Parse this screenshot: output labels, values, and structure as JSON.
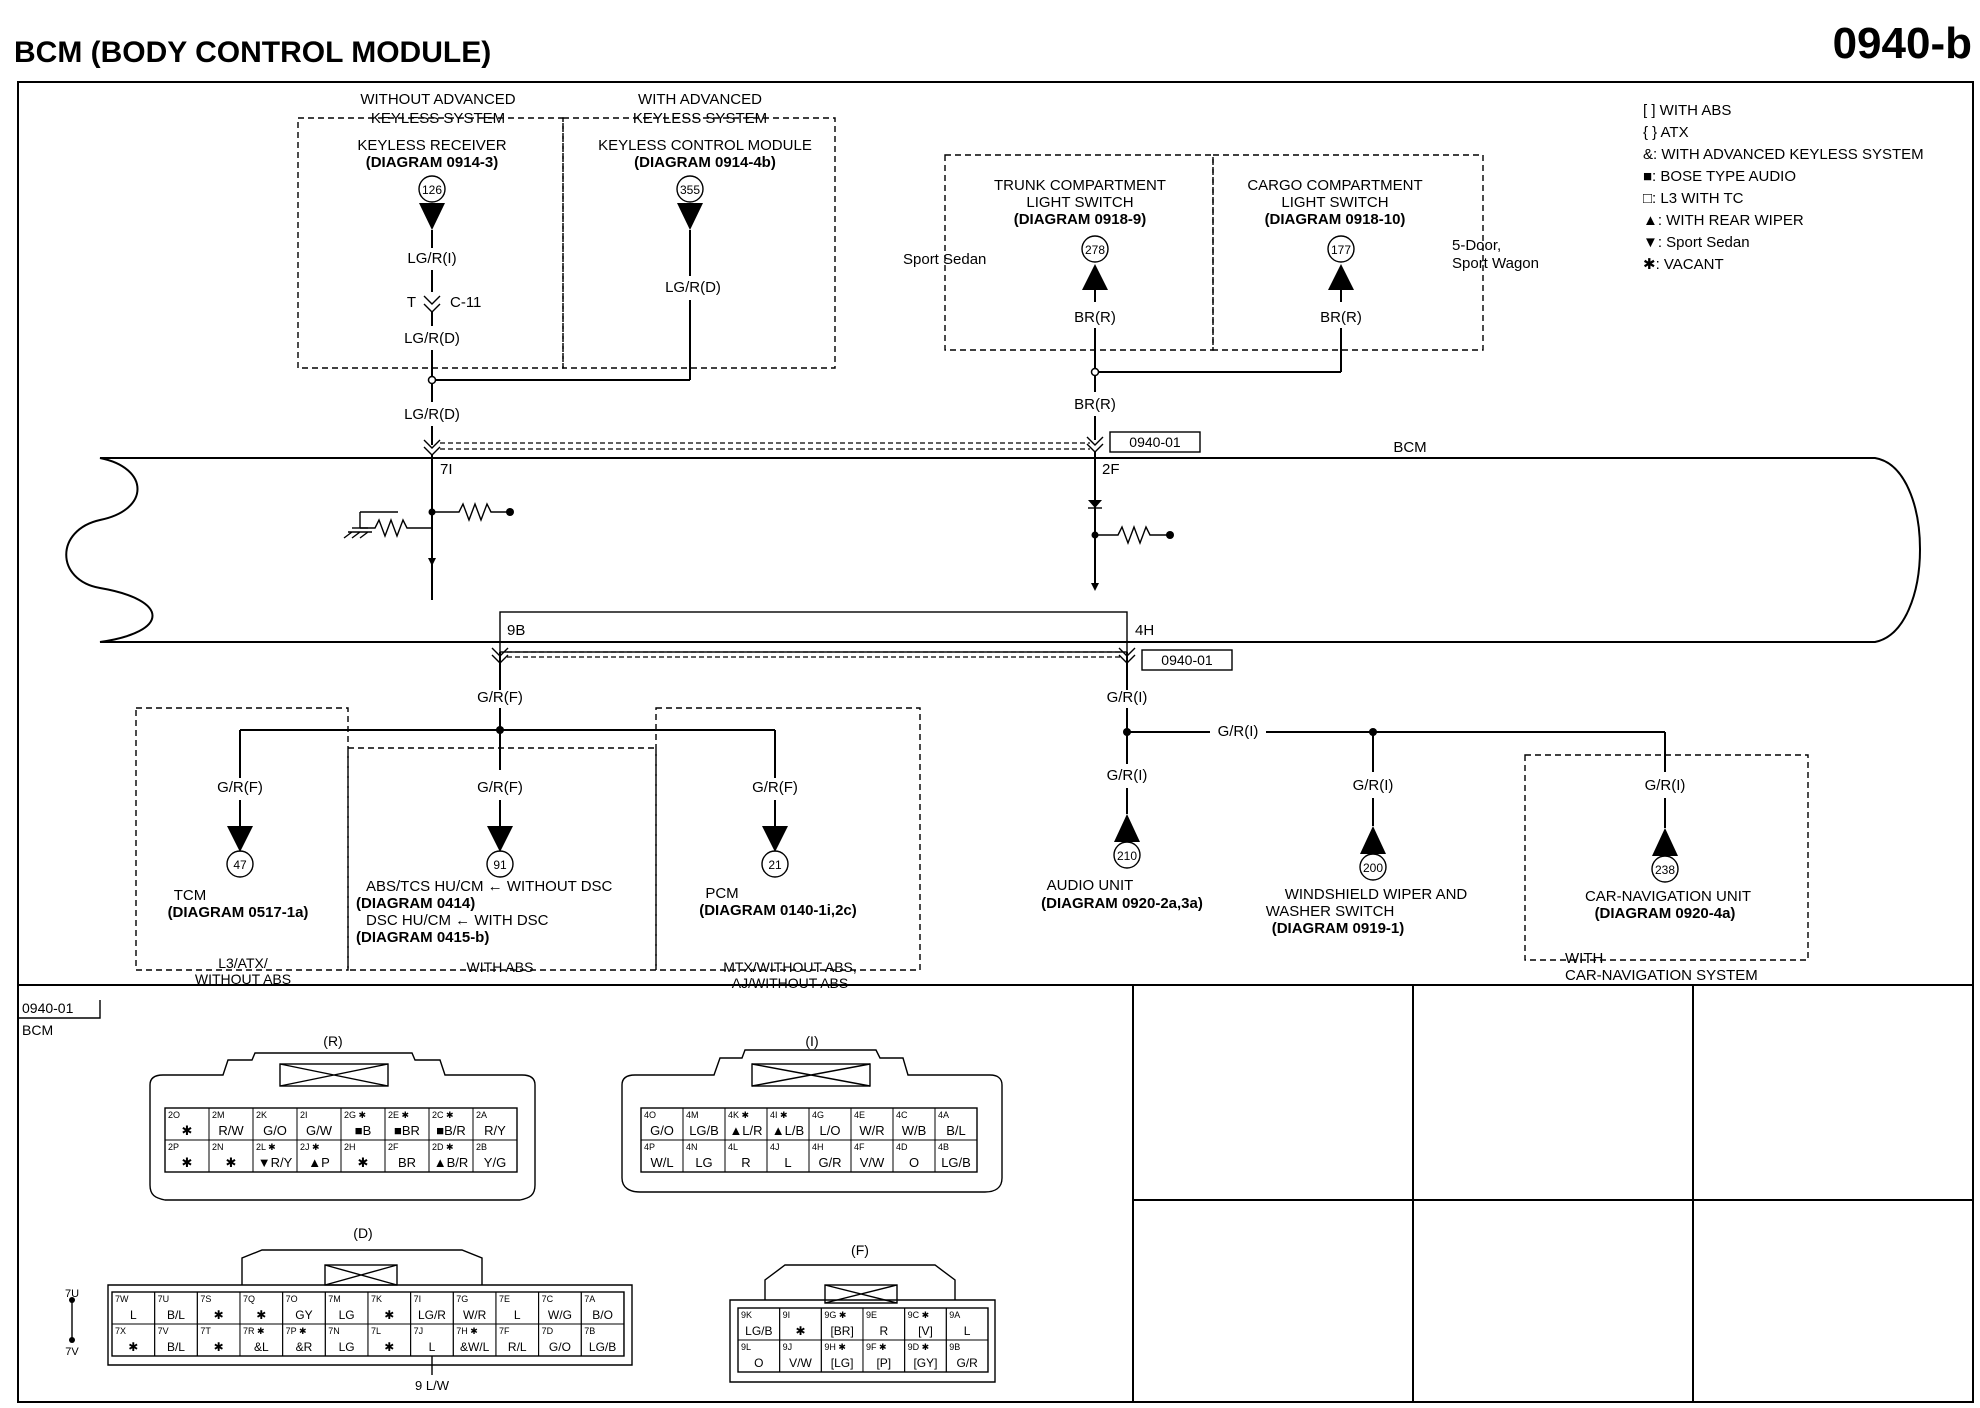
{
  "header": {
    "title": "BCM (BODY CONTROL MODULE)",
    "diagram_id": "0940-b"
  },
  "legend": [
    "[ ] WITH ABS",
    "{ } ATX",
    "&: WITH ADVANCED KEYLESS SYSTEM",
    "■: BOSE TYPE AUDIO",
    "□: L3 WITH TC",
    "▲: WITH REAR WIPER",
    "▼: Sport Sedan",
    "✱: VACANT"
  ],
  "top_left": {
    "without_label_1": "WITHOUT ADVANCED",
    "without_label_2": "KEYLESS SYSTEM",
    "with_label_1": "WITH ADVANCED",
    "with_label_2": "KEYLESS SYSTEM",
    "receiver_name": "KEYLESS RECEIVER",
    "receiver_diag": "(DIAGRAM 0914-3)",
    "receiver_num": "126",
    "module_name": "KEYLESS CONTROL MODULE",
    "module_diag": "(DIAGRAM 0914-4b)",
    "module_num": "355",
    "wire_1": "LG/R(I)",
    "connector_t": "T",
    "connector_c": "C-11",
    "wire_2": "LG/R(D)",
    "wire_3": "LG/R(D)",
    "wire_4": "LG/R(D)",
    "pin": "7I"
  },
  "top_right": {
    "trunk_name_1": "TRUNK COMPARTMENT",
    "trunk_name_2": "LIGHT SWITCH",
    "trunk_diag": "(DIAGRAM 0918-9)",
    "trunk_num": "278",
    "cargo_name_1": "CARGO COMPARTMENT",
    "cargo_name_2": "LIGHT SWITCH",
    "cargo_diag": "(DIAGRAM 0918-10)",
    "cargo_num": "177",
    "sport_sedan": "Sport Sedan",
    "five_door_1": "5-Door,",
    "five_door_2": "Sport Wagon",
    "wire_a": "BR(R)",
    "wire_b": "BR(R)",
    "wire_c": "BR(R)",
    "ref_box": "0940-01",
    "pin": "2F"
  },
  "bcm_label": "BCM",
  "bottom_left": {
    "pin": "9B",
    "wire_main": "G/R(F)",
    "wire_tcm": "G/R(F)",
    "wire_abs": "G/R(F)",
    "wire_pcm": "G/R(F)",
    "tcm_num": "47",
    "tcm_name": "TCM",
    "tcm_diag": "(DIAGRAM 0517-1a)",
    "abs_num": "91",
    "abs_line1": "ABS/TCS HU/CM ← WITHOUT DSC",
    "abs_line2": "(DIAGRAM 0414)",
    "abs_line3": "DSC HU/CM ← WITH DSC",
    "abs_line4": "(DIAGRAM 0415-b)",
    "pcm_num": "21",
    "pcm_name": "PCM",
    "pcm_diag": "(DIAGRAM 0140-1i,2c)",
    "cond_tcm_1": "L3/ATX/",
    "cond_tcm_2": "WITHOUT ABS",
    "cond_abs": "WITH ABS",
    "cond_pcm_1": "MTX/WITHOUT ABS,",
    "cond_pcm_2": "AJ/WITHOUT ABS"
  },
  "bottom_right": {
    "pin": "4H",
    "ref_box": "0940-01",
    "wire_main": "G/R(I)",
    "wire_branch": "G/R(I)",
    "wire_audio": "G/R(I)",
    "wire_wiper": "G/R(I)",
    "wire_nav": "G/R(I)",
    "audio_num": "210",
    "audio_name": "AUDIO UNIT",
    "audio_diag": "(DIAGRAM 0920-2a,3a)",
    "wiper_num": "200",
    "wiper_name_1": "WINDSHIELD WIPER AND",
    "wiper_name_2": "WASHER SWITCH",
    "wiper_diag": "(DIAGRAM 0919-1)",
    "nav_num": "238",
    "nav_name": "CAR-NAVIGATION UNIT",
    "nav_diag": "(DIAGRAM 0920-4a)",
    "nav_cond_1": "WITH",
    "nav_cond_2": "CAR-NAVIGATION SYSTEM"
  },
  "connector_panel": {
    "ref": "0940-01",
    "name": "BCM",
    "conn_r": {
      "label": "(R)",
      "row1": [
        [
          "2O",
          "✱"
        ],
        [
          "2M",
          "R/W"
        ],
        [
          "2K",
          "G/O"
        ],
        [
          "2I",
          "G/W"
        ],
        [
          "2G ✱",
          "■B"
        ],
        [
          "2E ✱",
          "■BR"
        ],
        [
          "2C ✱",
          "■B/R"
        ],
        [
          "2A",
          "R/Y"
        ]
      ],
      "row2": [
        [
          "2P",
          "✱"
        ],
        [
          "2N",
          "✱"
        ],
        [
          "2L ✱",
          "▼R/Y"
        ],
        [
          "2J ✱",
          "▲P"
        ],
        [
          "2H",
          "✱"
        ],
        [
          "2F",
          "BR"
        ],
        [
          "2D ✱",
          "▲B/R"
        ],
        [
          "2B",
          "Y/G"
        ]
      ]
    },
    "conn_i": {
      "label": "(I)",
      "row1": [
        [
          "4O",
          "G/O"
        ],
        [
          "4M",
          "LG/B"
        ],
        [
          "4K ✱",
          "▲L/R"
        ],
        [
          "4I ✱",
          "▲L/B"
        ],
        [
          "4G",
          "L/O"
        ],
        [
          "4E",
          "W/R"
        ],
        [
          "4C",
          "W/B"
        ],
        [
          "4A",
          "B/L"
        ]
      ],
      "row2": [
        [
          "4P",
          "W/L"
        ],
        [
          "4N",
          "LG"
        ],
        [
          "4L",
          "R"
        ],
        [
          "4J",
          "L"
        ],
        [
          "4H",
          "G/R"
        ],
        [
          "4F",
          "V/W"
        ],
        [
          "4D",
          "O"
        ],
        [
          "4B",
          "LG/B"
        ]
      ]
    },
    "conn_d": {
      "label": "(D)",
      "row1": [
        [
          "7W",
          "L"
        ],
        [
          "7U",
          "B/L"
        ],
        [
          "7S",
          "✱"
        ],
        [
          "7Q",
          "✱"
        ],
        [
          "7O",
          "GY"
        ],
        [
          "7M",
          "LG"
        ],
        [
          "7K",
          "✱"
        ],
        [
          "7I",
          "LG/R"
        ],
        [
          "7G",
          "W/R"
        ],
        [
          "7E",
          "L"
        ],
        [
          "7C",
          "W/G"
        ],
        [
          "7A",
          "B/O"
        ]
      ],
      "row2": [
        [
          "7X",
          "✱"
        ],
        [
          "7V",
          "B/L"
        ],
        [
          "7T",
          "✱"
        ],
        [
          "7R ✱",
          "&L"
        ],
        [
          "7P ✱",
          "&R"
        ],
        [
          "7N",
          "LG"
        ],
        [
          "7L",
          "✱"
        ],
        [
          "7J",
          "L"
        ],
        [
          "7H ✱",
          "&W/L"
        ],
        [
          "7F",
          "R/L"
        ],
        [
          "7D",
          "G/O"
        ],
        [
          "7B",
          "LG/B"
        ]
      ],
      "side_top": "7U",
      "side_bottom": "7V",
      "bottom_note": "9 L/W"
    },
    "conn_f": {
      "label": "(F)",
      "row1": [
        [
          "9K",
          "LG/B"
        ],
        [
          "9I",
          "✱"
        ],
        [
          "9G ✱",
          "[BR]"
        ],
        [
          "9E",
          "R"
        ],
        [
          "9C ✱",
          "[V]"
        ],
        [
          "9A",
          "L"
        ]
      ],
      "row2": [
        [
          "9L",
          "O"
        ],
        [
          "9J",
          "V/W"
        ],
        [
          "9H ✱",
          "[LG]"
        ],
        [
          "9F ✱",
          "[P]"
        ],
        [
          "9D ✱",
          "[GY]"
        ],
        [
          "9B",
          "G/R"
        ]
      ]
    }
  }
}
